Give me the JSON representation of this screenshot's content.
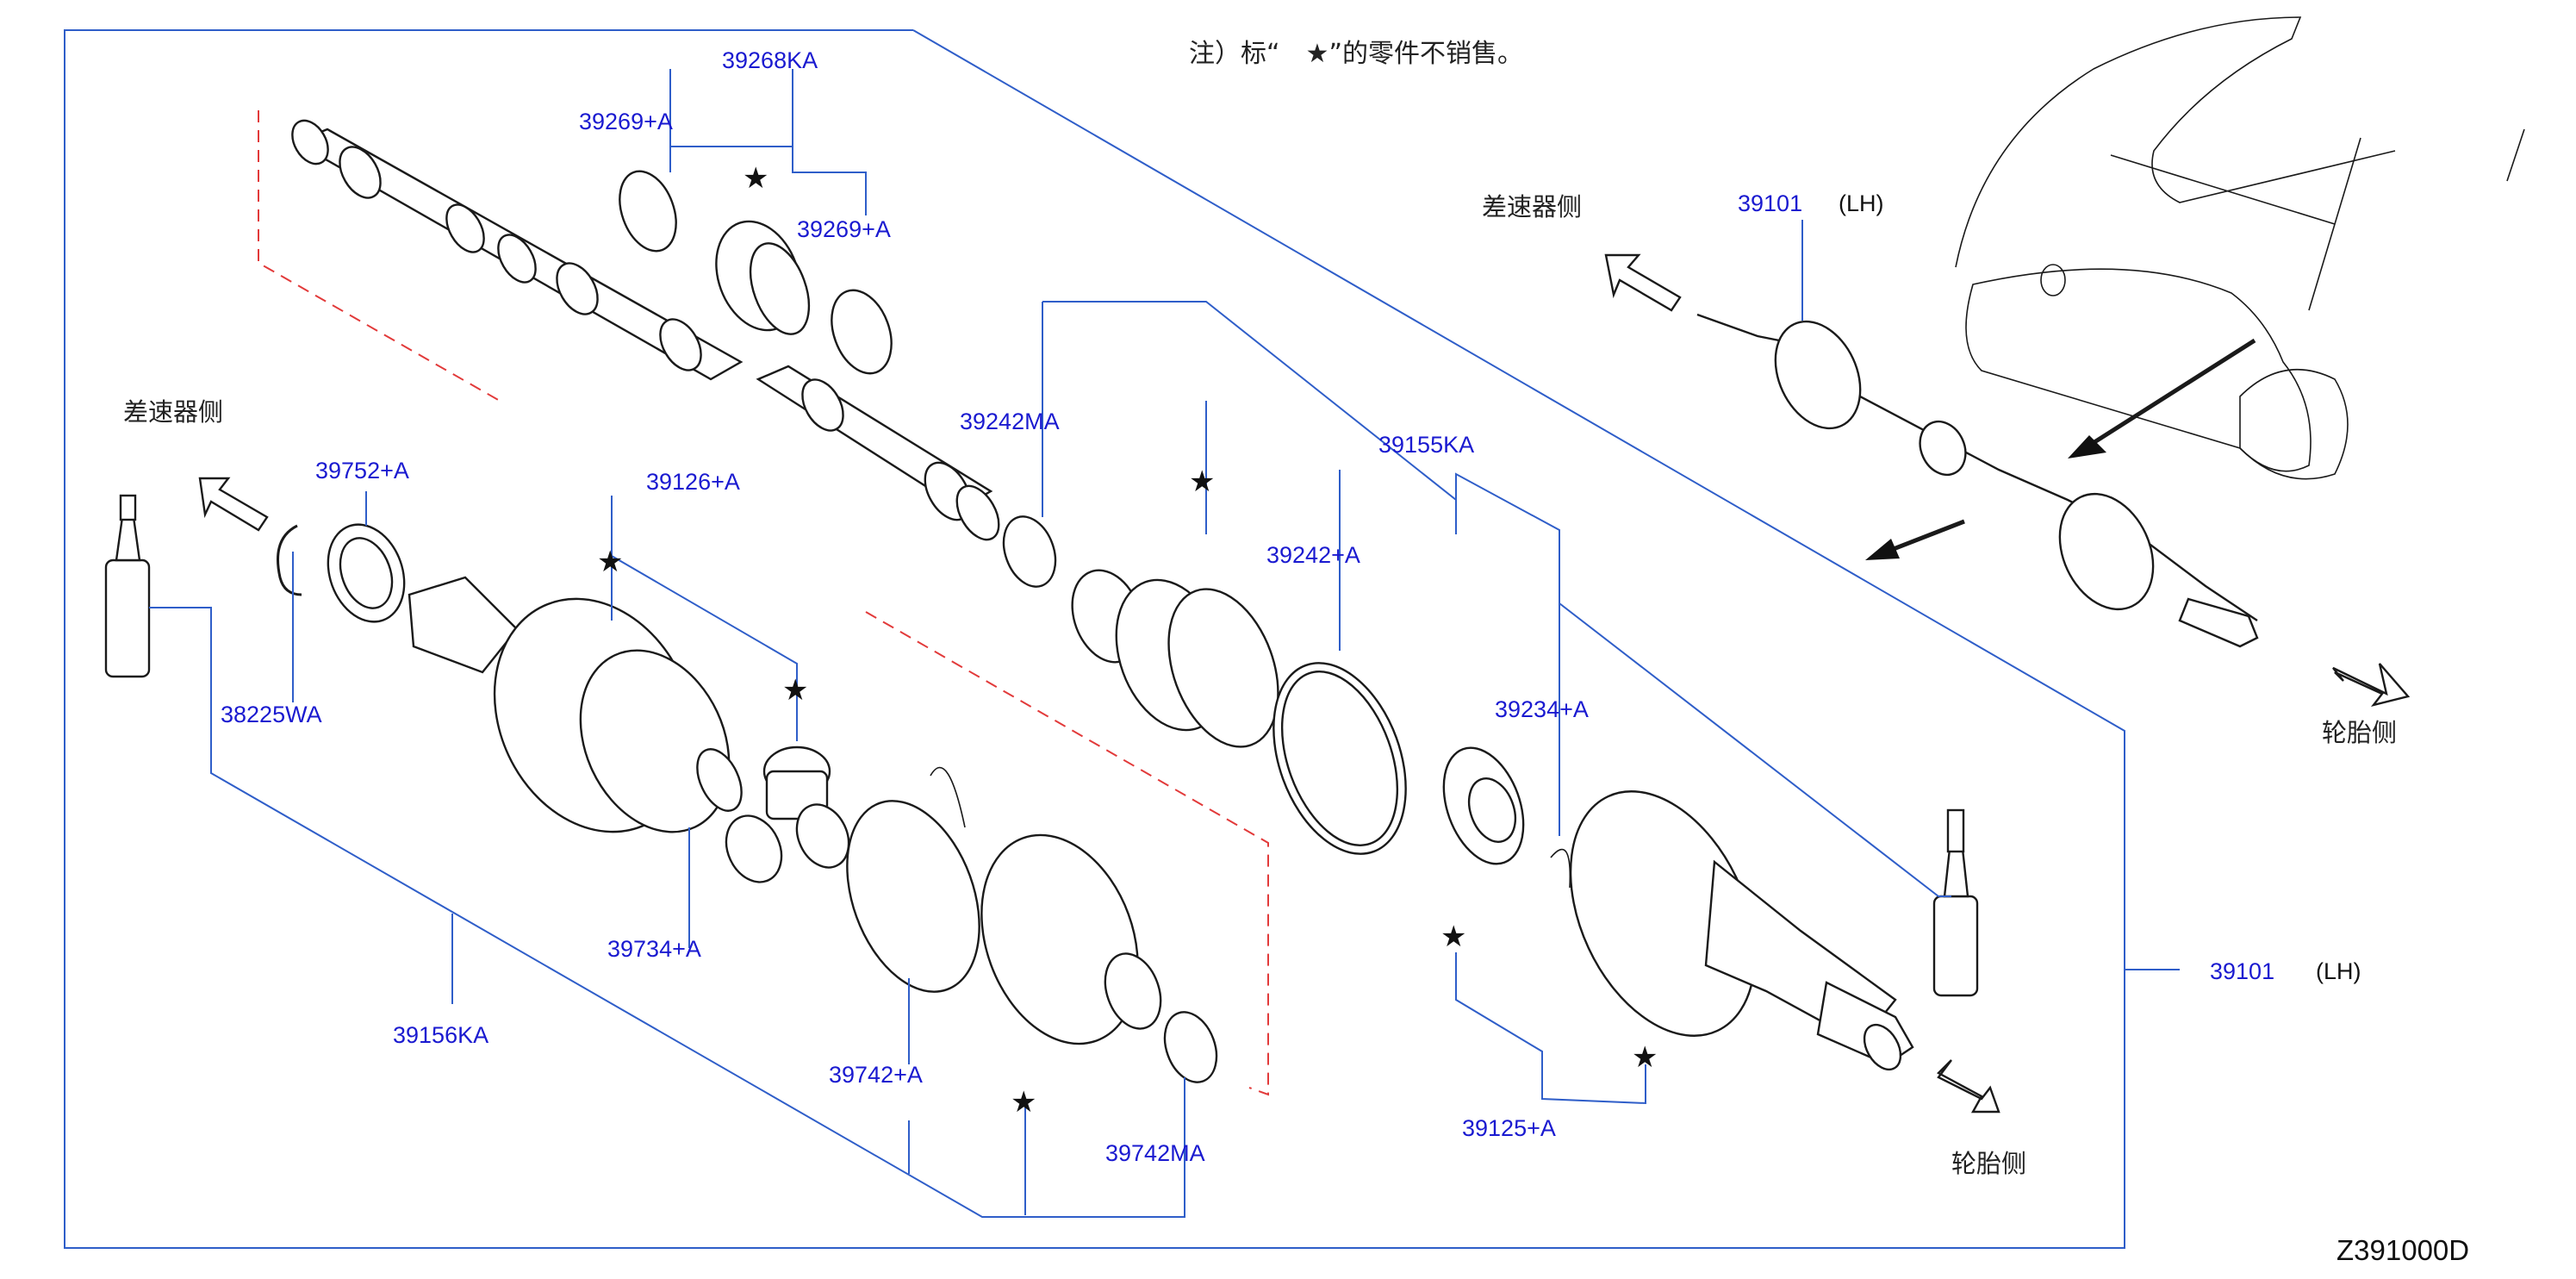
{
  "note": {
    "prefix": "注）标“",
    "suffix": "”的零件不销售。",
    "star_symbol": "★"
  },
  "diagram_code": "Z391000D",
  "direction_labels": {
    "diff_side": "差速器侧",
    "tire_side": "轮胎侧"
  },
  "parts": {
    "p39268KA": "39268KA",
    "p39269A_left": "39269+A",
    "p39269A_right": "39269+A",
    "p39242MA": "39242MA",
    "p39155KA": "39155KA",
    "p39242A": "39242+A",
    "p39234A": "39234+A",
    "p39752A": "39752+A",
    "p39126A": "39126+A",
    "p38225WA": "38225WA",
    "p39734A": "39734+A",
    "p39156KA": "39156KA",
    "p39742A": "39742+A",
    "p39742MA": "39742MA",
    "p39125A": "39125+A",
    "p39101_main": "39101",
    "p39101_inset": "39101"
  },
  "lh": "(LH)",
  "colors": {
    "label": "#1a1ad0",
    "leader": "#2f5ec9",
    "dashed": "#e23a3a",
    "line": "#1a1a1a"
  }
}
